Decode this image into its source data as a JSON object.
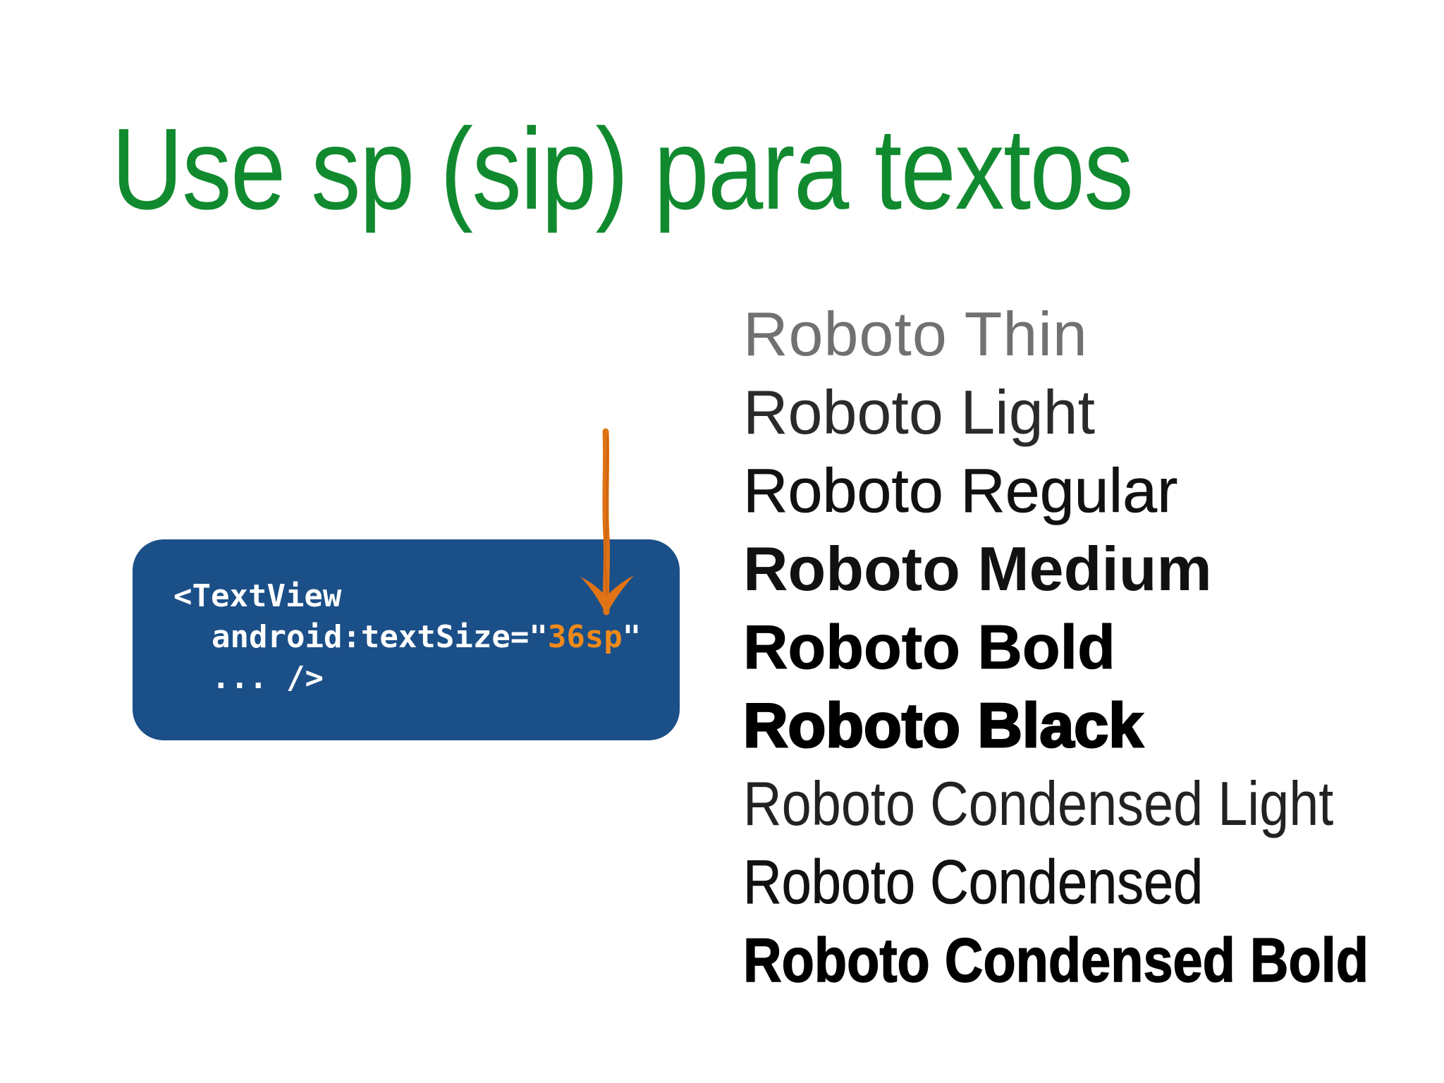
{
  "slide": {
    "title": "Use sp (sip) para textos"
  },
  "code": {
    "line1": "<TextView",
    "line2_prefix": "android:textSize=\"",
    "line2_value": "36sp",
    "line2_suffix": "\"",
    "line3": "... />"
  },
  "fonts": [
    "Roboto Thin",
    "Roboto Light",
    "Roboto Regular",
    "Roboto Medium",
    "Roboto Bold",
    "Roboto Black",
    "Roboto Condensed Light",
    "Roboto Condensed",
    "Roboto Condensed Bold"
  ],
  "colors": {
    "title": "#118a2f",
    "code_panel": "#1b4f88",
    "highlight": "#f08a1a",
    "arrow": "#e07316"
  }
}
